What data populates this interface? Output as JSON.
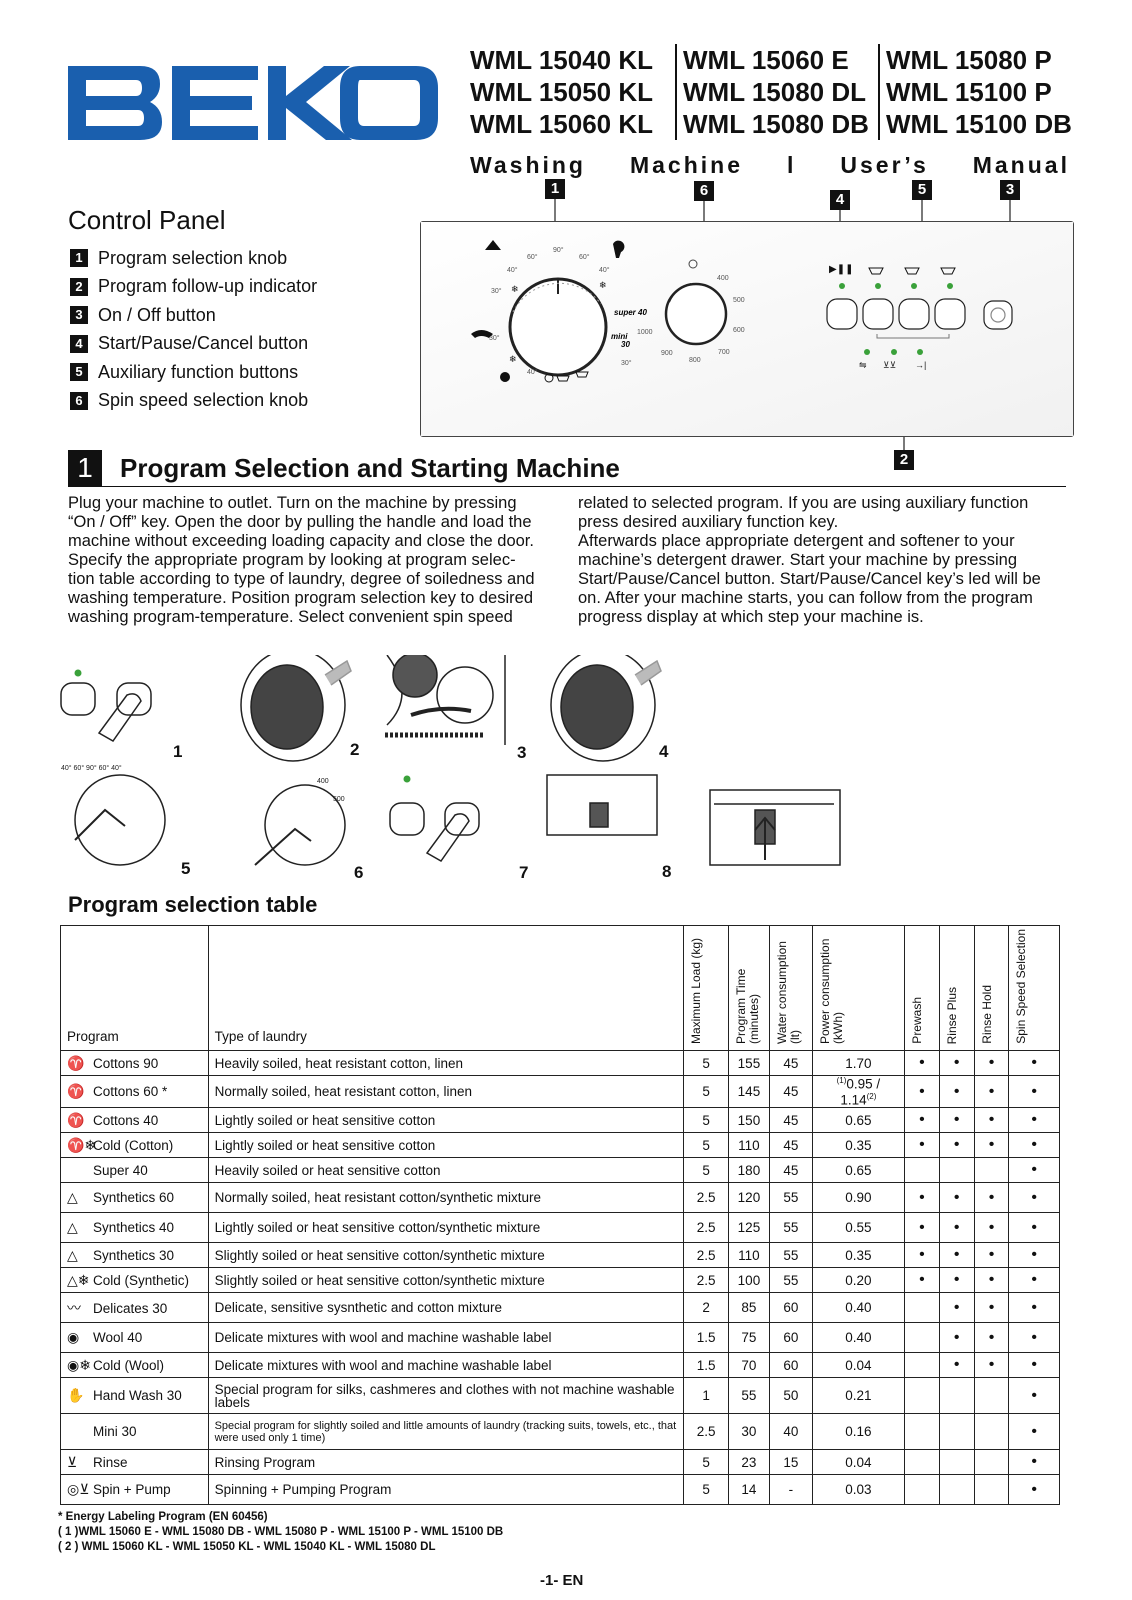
{
  "brand": "BEKO",
  "models": [
    [
      "WML 15040 KL",
      "WML 15060 E",
      "WML 15080 P"
    ],
    [
      "WML 15050 KL",
      "WML 15080 DL",
      "WML 15100 P"
    ],
    [
      "WML 15060 KL",
      "WML 15080 DB",
      "WML 15100 DB"
    ]
  ],
  "subtitle": {
    "w1": "Washing",
    "w2": "Machine",
    "sep": "l",
    "w3": "User’s",
    "w4": "Manual"
  },
  "control_panel": {
    "title": "Control Panel",
    "items": [
      {
        "n": "1",
        "label": "Program selection knob"
      },
      {
        "n": "2",
        "label": "Program follow-up indicator"
      },
      {
        "n": "3",
        "label": "On / Off button"
      },
      {
        "n": "4",
        "label": "Start/Pause/Cancel button"
      },
      {
        "n": "5",
        "label": "Auxiliary function buttons"
      },
      {
        "n": "6",
        "label": "Spin speed selection knob"
      }
    ],
    "callouts": {
      "c1": "1",
      "c6": "6",
      "c4": "4",
      "c5": "5",
      "c3": "3",
      "c2": "2"
    },
    "knob_labels": {
      "t90": "90°",
      "t60a": "60°",
      "t60b": "60°",
      "t40a": "40°",
      "t40b": "40°",
      "t30a": "30°",
      "t30b": "30°",
      "t30c": "30°",
      "t40c": "40°",
      "super40": "super 40",
      "mini": "mini",
      "mini30": "30"
    },
    "spin_labels": {
      "s400": "400",
      "s500": "500",
      "s600": "600",
      "s700": "700",
      "s800": "800",
      "s900": "900",
      "s1000": "1000"
    }
  },
  "section": {
    "num": "1",
    "title": "Program Selection and Starting Machine",
    "col1": [
      "Plug your machine to outlet. Turn on the machine by pressing",
      "“On / Off” key. Open the door by pulling the handle and load the",
      "machine without exceeding loading capacity and close the door.",
      "Specify the appropriate program by looking at program selec-",
      "tion table according to type of laundry, degree of soiledness and",
      "washing temperature. Position program selection key to desired",
      "washing program-temperature.  Select convenient spin speed"
    ],
    "col2": [
      "related to selected program. If you are using auxiliary function",
      "press desired auxiliary function key.",
      "Afterwards place appropriate detergent and softener to your",
      "machine’s detergent drawer. Start your machine by pressing",
      "Start/Pause/Cancel button. Start/Pause/Cancel key’s led will be",
      "on. After your machine starts, you can follow from the program",
      "progress display at which step your machine is."
    ]
  },
  "steps": [
    "1",
    "2",
    "3",
    "4",
    "5",
    "6",
    "7",
    "8"
  ],
  "table": {
    "title": "Program selection table",
    "headers": {
      "program": "Program",
      "type": "Type of laundry",
      "max_load": "Maximum Load (kg)",
      "time": "Program Time (minutes)",
      "water": "Water consumption (lt)",
      "power": "Power consumption (kWh)",
      "prewash": "Prewash",
      "rinse_plus": "Rinse Plus",
      "rinse_hold": "Rinse Hold",
      "spin": "Spin Speed Selection"
    },
    "rows": [
      {
        "icon": "cotton-icon",
        "name": "Cottons 90",
        "type": "Heavily soiled, heat resistant cotton, linen",
        "load": "5",
        "time": "155",
        "water": "45",
        "power": "1.70",
        "pre": "•",
        "rp": "•",
        "rh": "•",
        "sp": "•"
      },
      {
        "icon": "cotton-icon",
        "name": "Cottons 60 *",
        "type": "Normally soiled, heat resistant cotton, linen",
        "load": "5",
        "time": "145",
        "water": "45",
        "power": "0.95 / 1.14",
        "sup1": "(1)",
        "sup2": "(2)",
        "pre": "•",
        "rp": "•",
        "rh": "•",
        "sp": "•"
      },
      {
        "icon": "cotton-icon",
        "name": "Cottons 40",
        "type": "Lightly soiled or heat sensitive cotton",
        "load": "5",
        "time": "150",
        "water": "45",
        "power": "0.65",
        "pre": "•",
        "rp": "•",
        "rh": "•",
        "sp": "•"
      },
      {
        "icon": "cotton-cold-icon",
        "name": "Cold (Cotton)",
        "type": "Lightly soiled or heat sensitive cotton",
        "load": "5",
        "time": "110",
        "water": "45",
        "power": "0.35",
        "pre": "•",
        "rp": "•",
        "rh": "•",
        "sp": "•"
      },
      {
        "icon": "",
        "name": "Super  40",
        "type": "Heavily soiled or heat sensitive cotton",
        "load": "5",
        "time": "180",
        "water": "45",
        "power": "0.65",
        "pre": "",
        "rp": "",
        "rh": "",
        "sp": "•"
      },
      {
        "icon": "synthetic-icon",
        "name": "Synthetics 60",
        "type": "Normally soiled, heat resistant cotton/synthetic mixture",
        "load": "2.5",
        "time": "120",
        "water": "55",
        "power": "0.90",
        "pre": "•",
        "rp": "•",
        "rh": "•",
        "sp": "•"
      },
      {
        "icon": "synthetic-icon",
        "name": "Synthetics 40",
        "type": "Lightly soiled or heat sensitive cotton/synthetic mixture",
        "load": "2.5",
        "time": "125",
        "water": "55",
        "power": "0.55",
        "pre": "•",
        "rp": "•",
        "rh": "•",
        "sp": "•"
      },
      {
        "icon": "synthetic-icon",
        "name": "Synthetics 30",
        "type": "Slightly soiled or heat sensitive cotton/synthetic mixture",
        "load": "2.5",
        "time": "110",
        "water": "55",
        "power": "0.35",
        "pre": "•",
        "rp": "•",
        "rh": "•",
        "sp": "•"
      },
      {
        "icon": "synthetic-cold-icon",
        "name": "Cold (Synthetic)",
        "type": "Slightly soiled or heat sensitive cotton/synthetic mixture",
        "load": "2.5",
        "time": "100",
        "water": "55",
        "power": "0.20",
        "pre": "•",
        "rp": "•",
        "rh": "•",
        "sp": "•"
      },
      {
        "icon": "delicate-icon",
        "name": "Delicates 30",
        "type": "Delicate, sensitive sysnthetic and cotton mixture",
        "load": "2",
        "time": "85",
        "water": "60",
        "power": "0.40",
        "pre": "",
        "rp": "•",
        "rh": "•",
        "sp": "•"
      },
      {
        "icon": "wool-icon",
        "name": "Wool 40",
        "type": "Delicate mixtures with wool and machine washable label",
        "load": "1.5",
        "time": "75",
        "water": "60",
        "power": "0.40",
        "pre": "",
        "rp": "•",
        "rh": "•",
        "sp": "•"
      },
      {
        "icon": "wool-cold-icon",
        "name": "Cold (Wool)",
        "type": "Delicate mixtures with wool and machine washable label",
        "load": "1.5",
        "time": "70",
        "water": "60",
        "power": "0.04",
        "pre": "",
        "rp": "•",
        "rh": "•",
        "sp": "•"
      },
      {
        "icon": "handwash-icon",
        "name": "Hand Wash 30",
        "type": "Special program for silks, cashmeres and clothes with not machine washable labels",
        "load": "1",
        "time": "55",
        "water": "50",
        "power": "0.21",
        "pre": "",
        "rp": "",
        "rh": "",
        "sp": "•"
      },
      {
        "icon": "",
        "name": "Mini 30",
        "type": "Special program for slightly soiled and little amounts of laundry (tracking suits, towels, etc., that were used only 1 time)",
        "load": "2.5",
        "time": "30",
        "water": "40",
        "power": "0.16",
        "pre": "",
        "rp": "",
        "rh": "",
        "sp": "•"
      },
      {
        "icon": "rinse-icon",
        "name": "Rinse",
        "type": "Rinsing Program",
        "load": "5",
        "time": "23",
        "water": "15",
        "power": "0.04",
        "pre": "",
        "rp": "",
        "rh": "",
        "sp": "•"
      },
      {
        "icon": "spin-pump-icon",
        "name": "Spin + Pump",
        "type": "Spinning + Pumping Program",
        "load": "5",
        "time": "14",
        "water": "-",
        "power": "0.03",
        "pre": "",
        "rp": "",
        "rh": "",
        "sp": "•"
      }
    ]
  },
  "footnotes": [
    "*  Energy Labeling Program (EN 60456)",
    "( 1 )WML 15060 E - WML 15080 DB - WML 15080 P - WML 15100 P - WML 15100 DB",
    "( 2 ) WML 15060 KL - WML 15050 KL - WML 15040 KL - WML 15080 DL"
  ],
  "page": "-1- EN",
  "colors": {
    "brand": "#1a5fae",
    "ink": "#111111",
    "led": "#3aa13a"
  }
}
